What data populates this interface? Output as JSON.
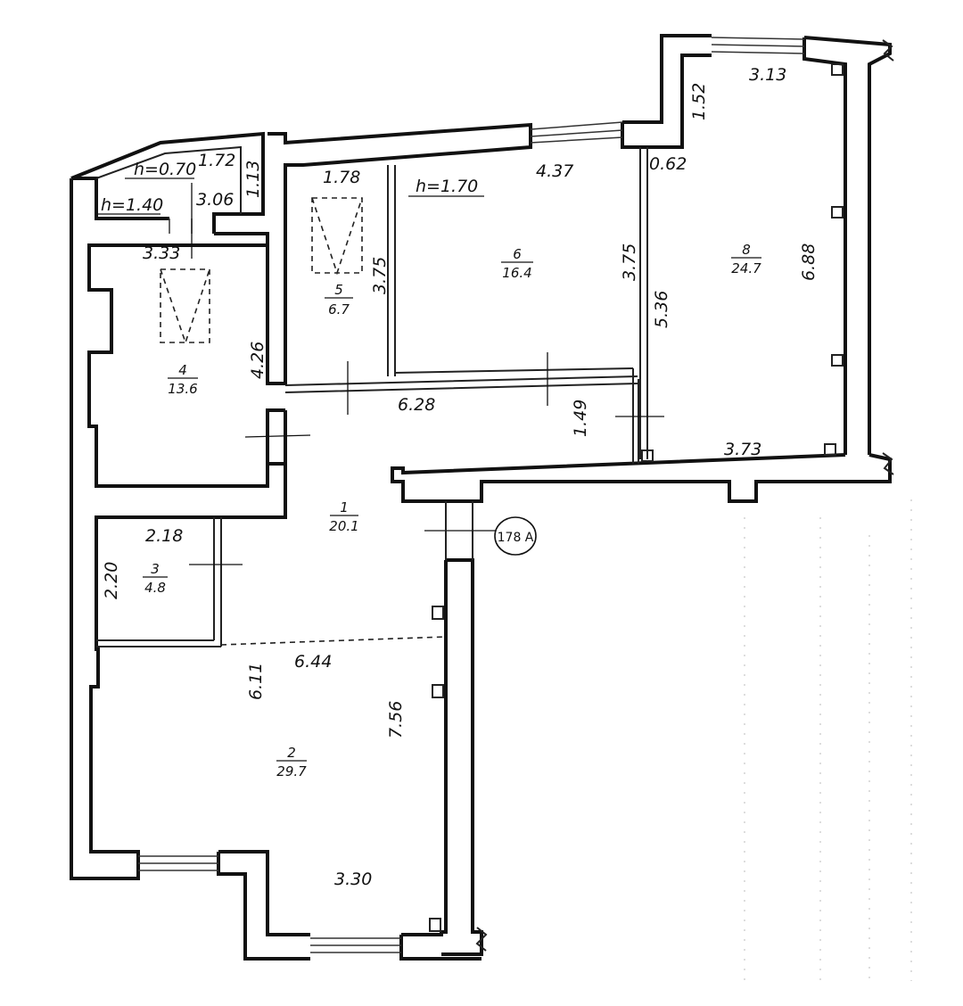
{
  "rooms": [
    {
      "number": "1",
      "area": "20.1"
    },
    {
      "number": "2",
      "area": "29.7"
    },
    {
      "number": "3",
      "area": "4.8"
    },
    {
      "number": "4",
      "area": "13.6"
    },
    {
      "number": "5",
      "area": "6.7"
    },
    {
      "number": "6",
      "area": "16.4"
    },
    {
      "number": "8",
      "area": "24.7"
    }
  ],
  "dimensions": [
    "1.72",
    "1.13",
    "3.06",
    "3.33",
    "4.26",
    "1.78",
    "3.75",
    "4.37",
    "3.75",
    "0.62",
    "1.52",
    "3.13",
    "6.88",
    "5.36",
    "3.73",
    "6.28",
    "1.49",
    "2.18",
    "2.20",
    "6.44",
    "6.11",
    "7.56",
    "3.30"
  ],
  "heights": [
    "h=0.70",
    "h=1.40",
    "h=1.70"
  ],
  "building_tag": "178 A",
  "colors": {
    "ink": "#111111",
    "paper": "#ffffff"
  }
}
